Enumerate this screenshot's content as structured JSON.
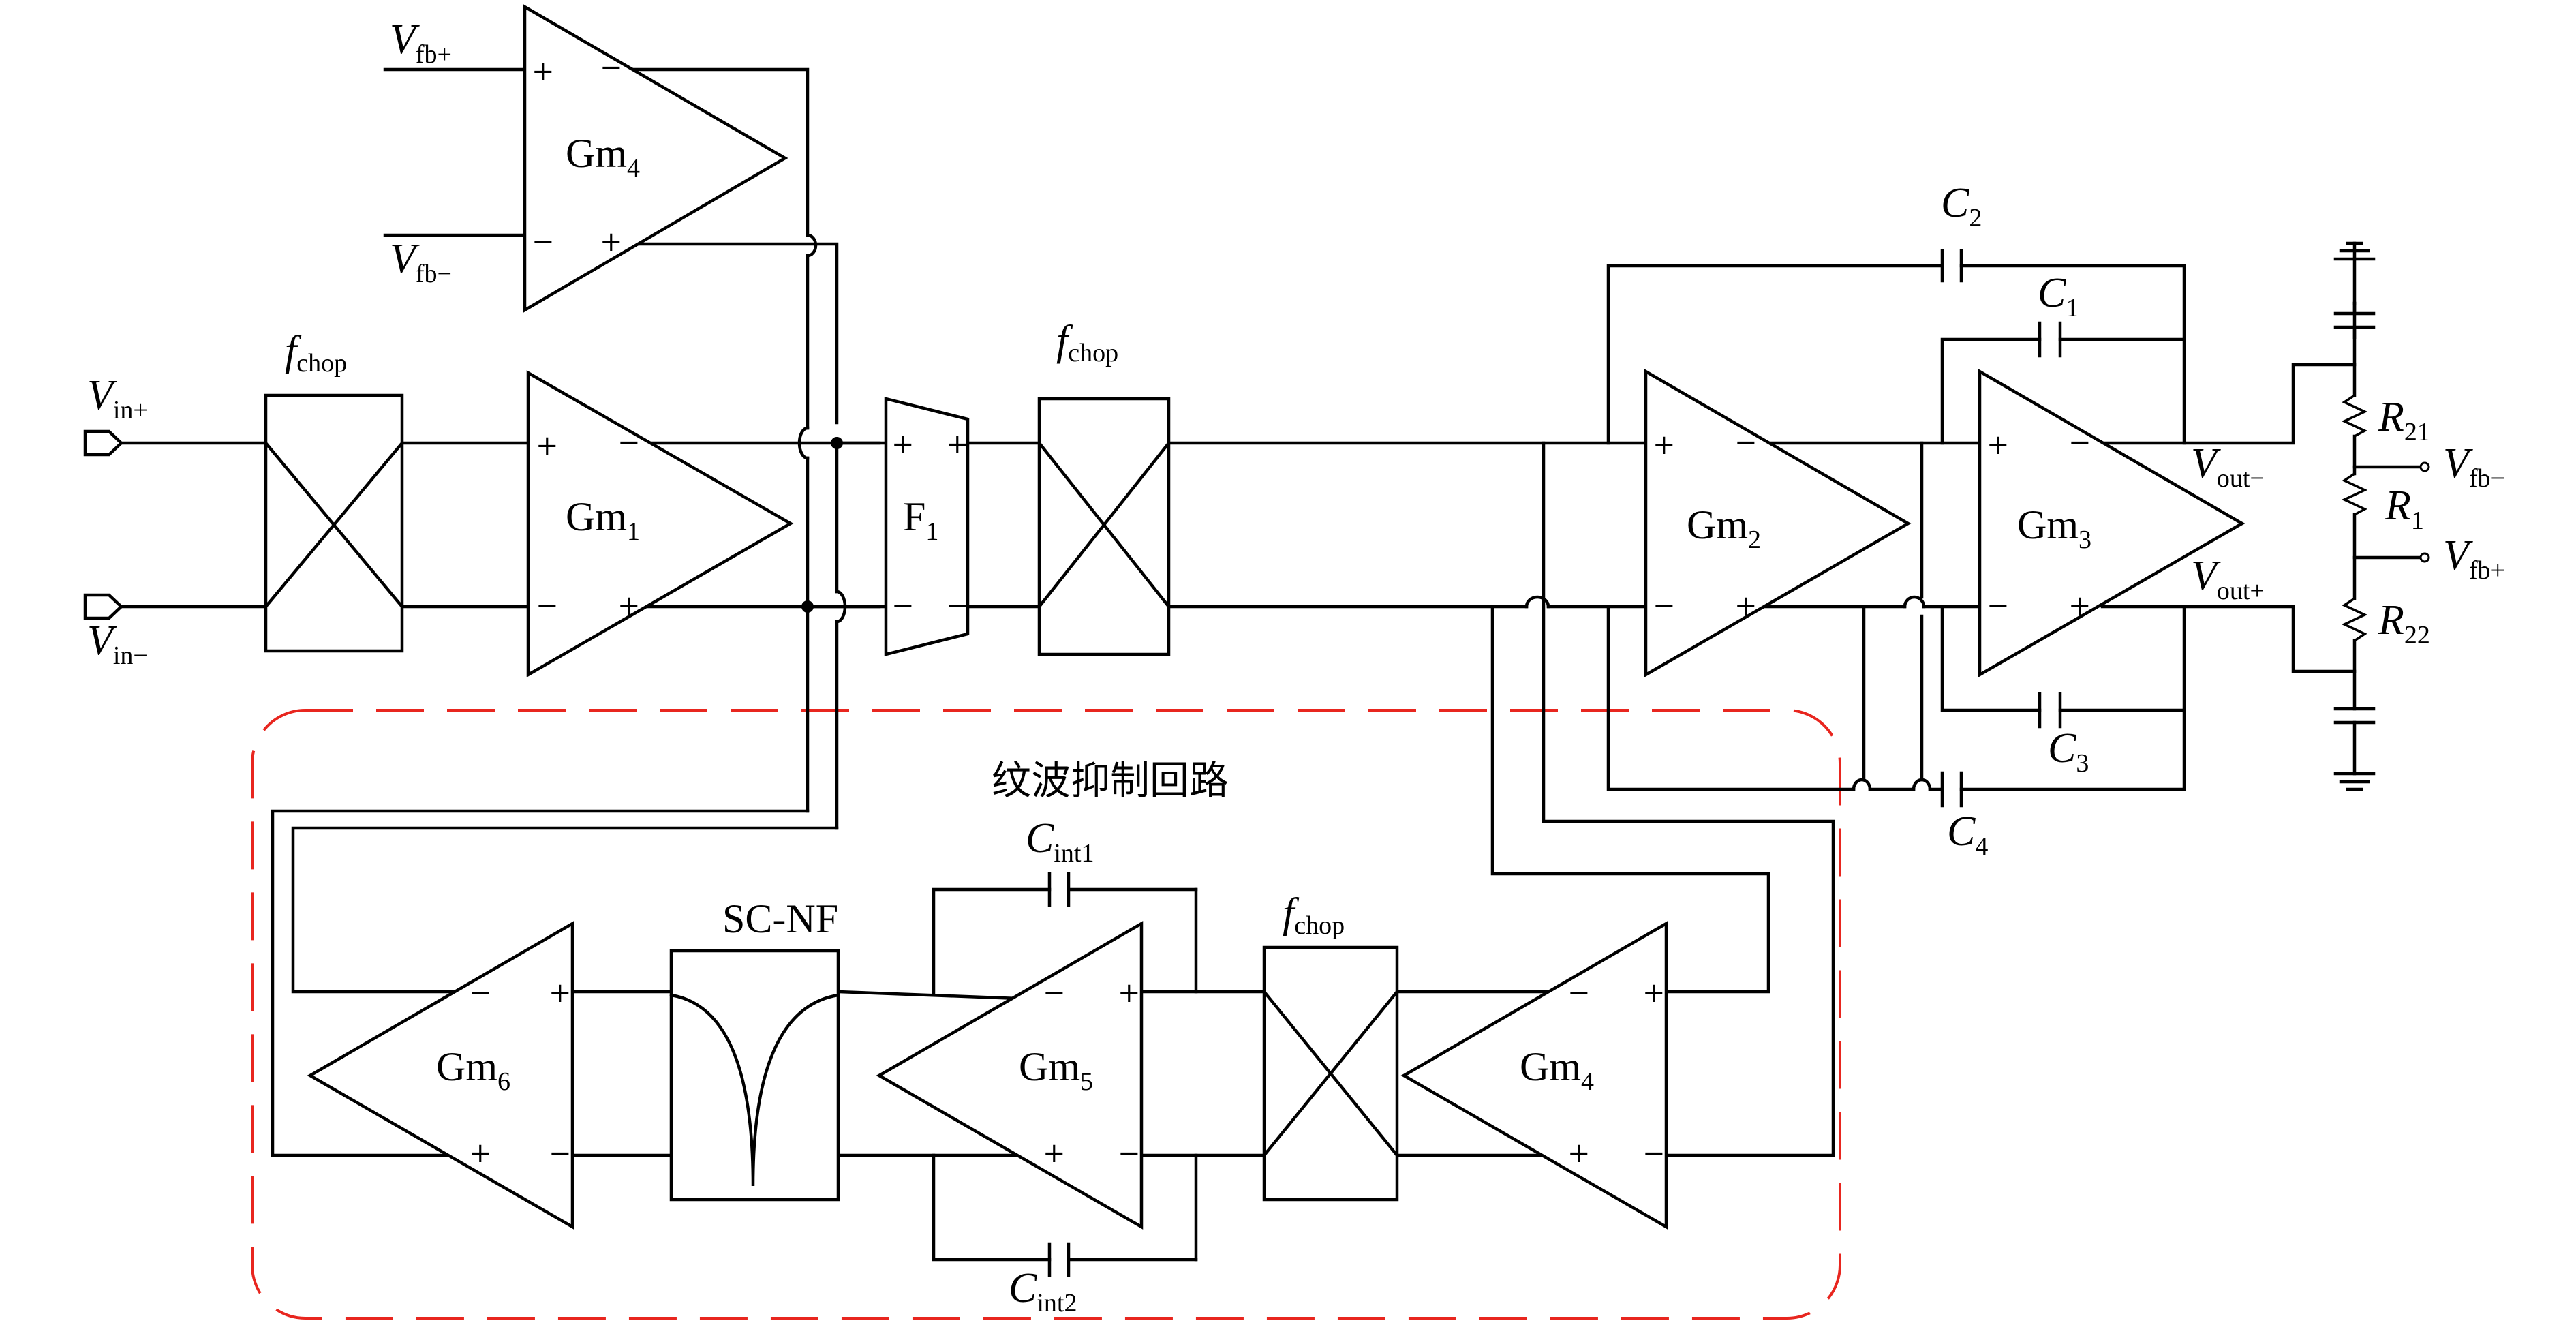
{
  "labels": {
    "vfb_plus_top": {
      "main": "V",
      "sub": "fb+"
    },
    "vfb_minus_top": {
      "main": "V",
      "sub": "fb−"
    },
    "vin_plus": {
      "main": "V",
      "sub": "in+"
    },
    "vin_minus": {
      "main": "V",
      "sub": "in−"
    },
    "fchop_1": {
      "main": "f",
      "sub": "chop"
    },
    "fchop_2": {
      "main": "f",
      "sub": "chop"
    },
    "fchop_3": {
      "main": "f",
      "sub": "chop"
    },
    "gm4_top": {
      "main": "Gm",
      "sub": "4"
    },
    "gm1": {
      "main": "Gm",
      "sub": "1"
    },
    "f1": {
      "main": "F",
      "sub": "1"
    },
    "gm2": {
      "main": "Gm",
      "sub": "2"
    },
    "gm3": {
      "main": "Gm",
      "sub": "3"
    },
    "gm6": {
      "main": "Gm",
      "sub": "6"
    },
    "gm5": {
      "main": "Gm",
      "sub": "5"
    },
    "gm4_bottom": {
      "main": "Gm",
      "sub": "4"
    },
    "c1": {
      "main": "C",
      "sub": "1"
    },
    "c2": {
      "main": "C",
      "sub": "2"
    },
    "c3": {
      "main": "C",
      "sub": "3"
    },
    "c4": {
      "main": "C",
      "sub": "4"
    },
    "cint1": {
      "main": "C",
      "sub": "int1"
    },
    "cint2": {
      "main": "C",
      "sub": "int2"
    },
    "vout_minus": {
      "main": "V",
      "sub": "out−"
    },
    "vout_plus": {
      "main": "V",
      "sub": "out+"
    },
    "r21": {
      "main": "R",
      "sub": "21"
    },
    "r1": {
      "main": "R",
      "sub": "1"
    },
    "r22": {
      "main": "R",
      "sub": "22"
    },
    "vfb_minus_right": {
      "main": "V",
      "sub": "fb−"
    },
    "vfb_plus_right": {
      "main": "V",
      "sub": "fb+"
    },
    "sc_nf": "SC-NF",
    "ripple_loop_title": "纹波抑制回路"
  },
  "signs": {
    "plus": "+",
    "minus": "-"
  },
  "colors": {
    "wire": "#000000",
    "loop_boundary": "#e8261f",
    "background": "#ffffff"
  }
}
